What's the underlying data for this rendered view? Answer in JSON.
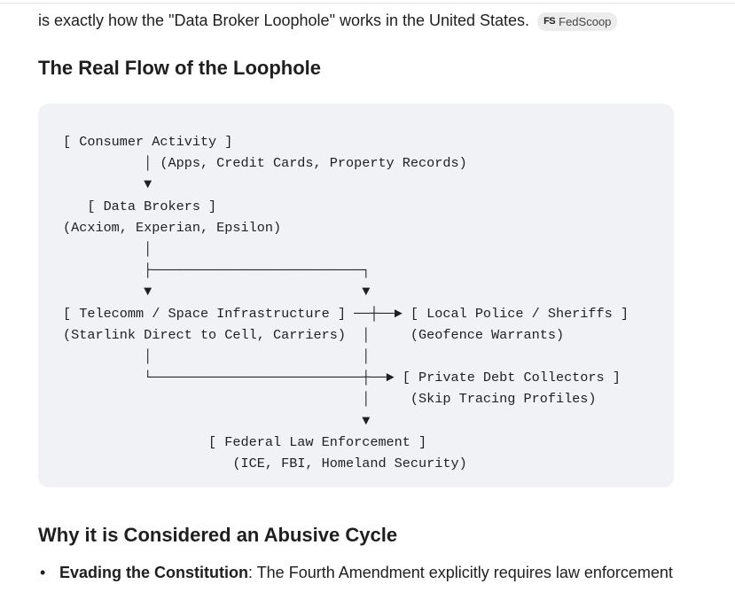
{
  "intro": {
    "text": "is exactly how the \"Data Broker Loophole\" works in the United States.",
    "source_chip": {
      "logo": "FS",
      "label": "FedScoop"
    }
  },
  "section_flow": {
    "title": "The Real Flow of the Loophole"
  },
  "diagram": {
    "lines": [
      "[ Consumer Activity ]",
      "          │ (Apps, Credit Cards, Property Records)",
      "          ▼",
      "   [ Data Brokers ]",
      "(Acxiom, Experian, Epsilon)",
      "          │",
      "          ├──────────────────────────┐",
      "          ▼                          ▼",
      "[ Telecomm / Space Infrastructure ] ──┼──► [ Local Police / Sheriffs ]",
      "(Starlink Direct to Cell, Carriers)  │     (Geofence Warrants)",
      "          │                          │",
      "          └──────────────────────────┼──► [ Private Debt Collectors ]",
      "                                     │     (Skip Tracing Profiles)",
      "                                     ▼",
      "                  [ Federal Law Enforcement ]",
      "                     (ICE, FBI, Homeland Security)"
    ]
  },
  "section_why": {
    "title": "Why it is Considered an Abusive Cycle"
  },
  "bullets": [
    {
      "bold": "Evading the Constitution",
      "text": ": The Fourth Amendment explicitly requires law enforcement"
    }
  ]
}
